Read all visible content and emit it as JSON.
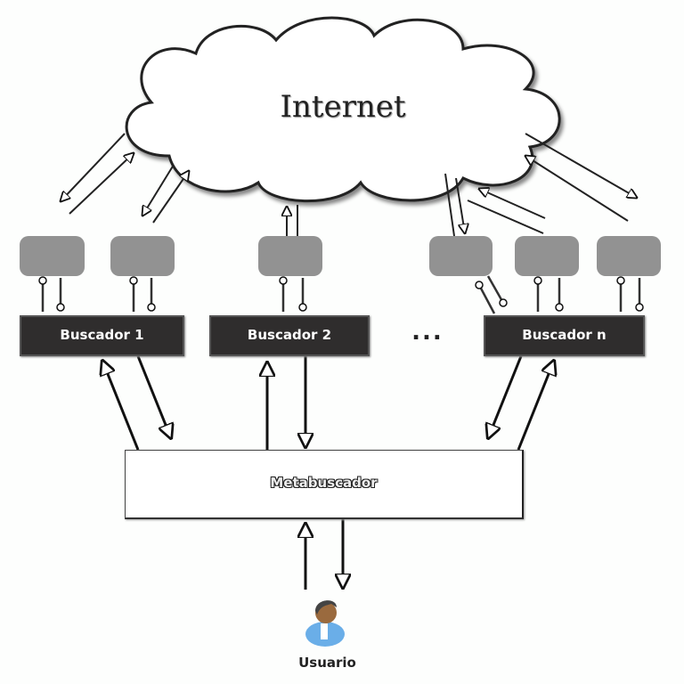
{
  "cloud": {
    "label": "Internet"
  },
  "engines": [
    {
      "label": "Buscador 1"
    },
    {
      "label": "Buscador 2"
    },
    {
      "label": "Buscador n"
    }
  ],
  "ellipsis": "...",
  "metasearch": {
    "label": "Metabuscador"
  },
  "user": {
    "label": "Usuario",
    "icon": "user-icon"
  },
  "colors": {
    "engine_box": "#2f2d2d",
    "source_box": "#929292",
    "user_shirt": "#6aaee8"
  }
}
